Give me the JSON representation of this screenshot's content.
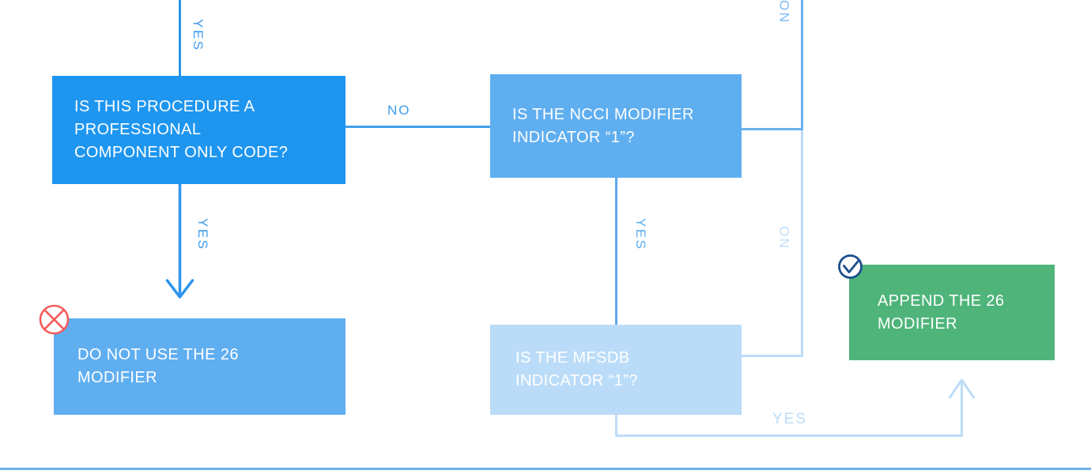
{
  "diagram": {
    "nodes": {
      "q_professional_component": "IS THIS PROCEDURE A\nPROFESSIONAL\nCOMPONENT ONLY CODE?",
      "q_ncci_modifier": "IS THE NCCI MODIFIER\nINDICATOR “1”?",
      "q_mfsdb_indicator": "IS THE MFSDB\nINDICATOR “1”?",
      "do_not_use": "DO NOT USE THE 26\nMODIFIER",
      "append": "APPEND THE 26\nMODIFIER"
    },
    "edge_labels": {
      "yes_into_q_professional": "YES",
      "no_q_professional_to_ncci": "NO",
      "yes_q_professional_to_do_not_use": "YES",
      "yes_ncci_to_mfsdb": "YES",
      "no_ncci_upward": "NO",
      "no_mfsdb_upward": "NO",
      "yes_mfsdb_to_append": "YES"
    },
    "icons": {
      "do_not_use": "crossed-circle-icon",
      "append": "check-circle-icon"
    },
    "colors": {
      "primary_node": "#1E96F0",
      "secondary_node": "#5FAEF0",
      "tertiary_node": "#BBDCF8",
      "success_node": "#4FB47A",
      "edge_bright": "#2E94EC",
      "edge_medium": "#6CB2F0",
      "edge_light": "#BCDCF8",
      "label_blue": "#3E9CEA",
      "reject_red": "#F45B5B",
      "check_navy": "#1D4E8C",
      "footer_divider": "#70B1E6"
    }
  }
}
